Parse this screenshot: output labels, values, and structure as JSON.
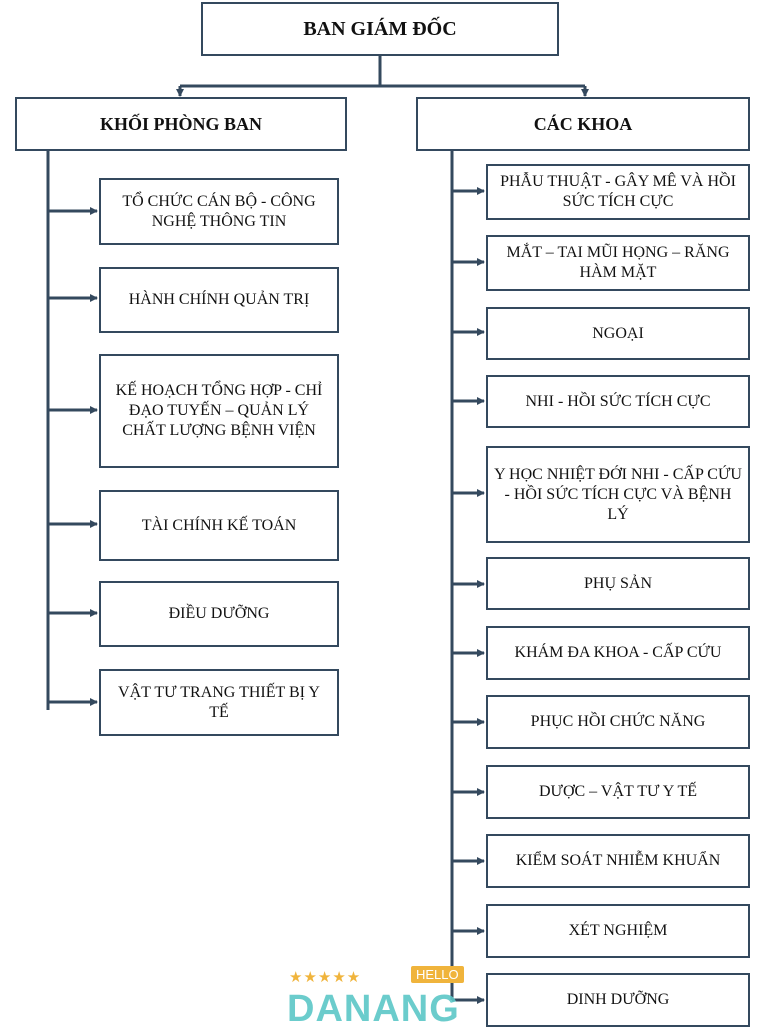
{
  "top": {
    "label": "BAN GIÁM ĐỐC"
  },
  "left_branch": {
    "label": "KHỐI PHÒNG BAN",
    "items": [
      "TỔ CHỨC CÁN BỘ - CÔNG NGHỆ THÔNG TIN",
      "HÀNH CHÍNH QUẢN TRỊ",
      "KẾ HOẠCH TỔNG HỢP - CHỈ ĐẠO TUYẾN – QUẢN LÝ CHẤT LƯỢNG BỆNH VIỆN",
      "TÀI CHÍNH KẾ TOÁN",
      "ĐIỀU DƯỠNG",
      "VẬT TƯ TRANG THIẾT BỊ Y TẾ"
    ]
  },
  "right_branch": {
    "label": "CÁC KHOA",
    "items": [
      "PHẪU THUẬT - GÂY MÊ VÀ HỒI SỨC TÍCH CỰC",
      "MẮT – TAI MŨI HỌNG – RĂNG HÀM MẶT",
      "NGOẠI",
      "NHI - HỒI SỨC TÍCH CỰC",
      "Y HỌC NHIỆT ĐỚI NHI - CẤP CỨU - HỒI SỨC TÍCH CỰC VÀ BỆNH LÝ",
      "PHỤ SẢN",
      "KHÁM ĐA KHOA - CẤP CỨU",
      "PHỤC HỒI CHỨC NĂNG",
      "DƯỢC – VẬT TƯ Y TẾ",
      "KIỂM SOÁT NHIỄM KHUẨN",
      "XÉT NGHIỆM",
      "DINH DƯỠNG"
    ]
  },
  "watermark": {
    "stars": "★★★★★",
    "hello": "HELLO",
    "brand": "DANANG"
  },
  "colors": {
    "line": "#34495e",
    "border": "#34495e",
    "brand": "#5cc7c7",
    "accent": "#f0b43c"
  }
}
